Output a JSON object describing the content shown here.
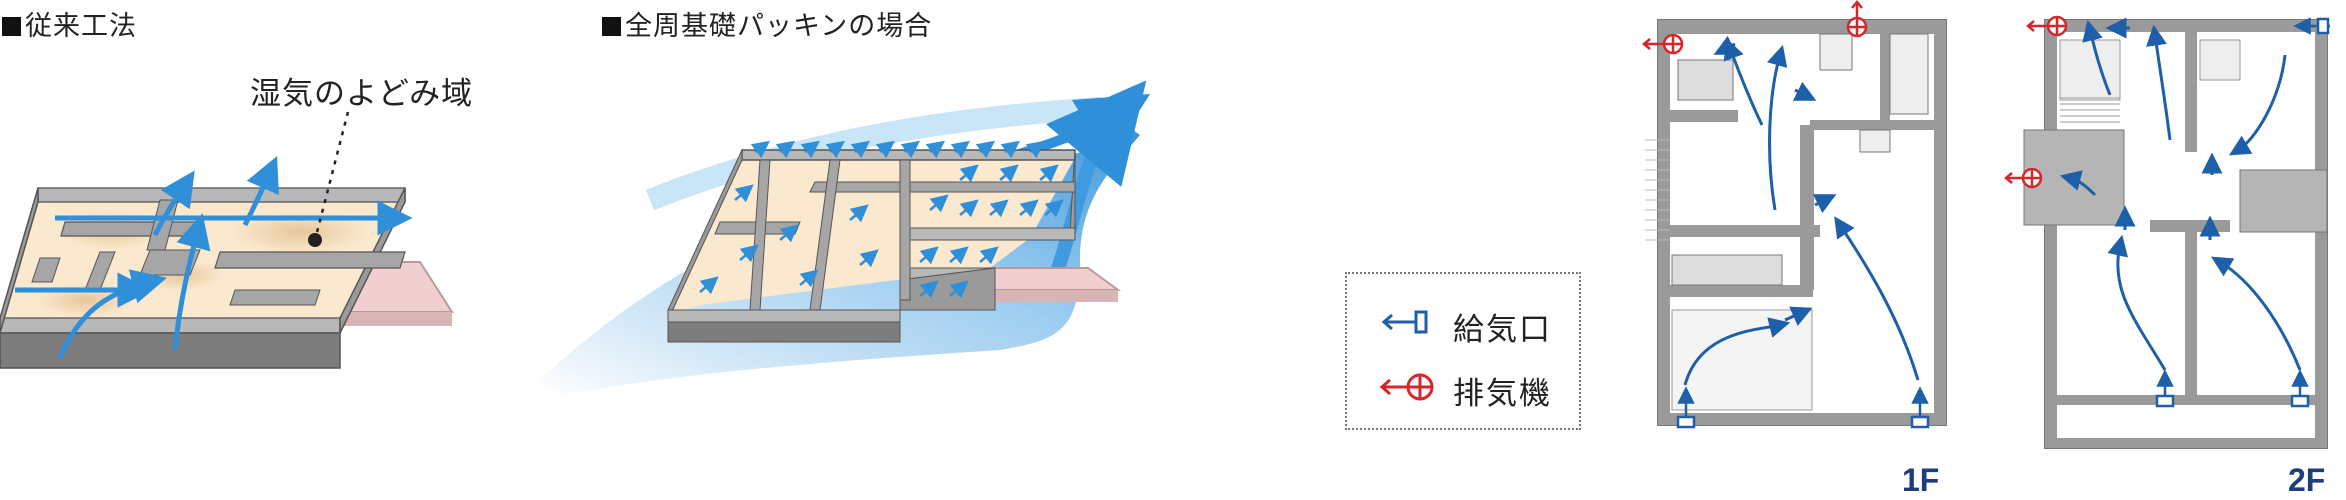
{
  "heading_conventional": "従来工法",
  "heading_packing": "全周基礎パッキンの場合",
  "annotation_stagnation": "湿気のよどみ域",
  "legend": {
    "supply_label": "給気口",
    "exhaust_label": "排気機"
  },
  "floor_labels": {
    "first": "1F",
    "second": "2F"
  },
  "colors": {
    "airflow_blue": "#2f8fd8",
    "plan_arrow_blue": "#1d5fa8",
    "exhaust_red": "#d6252b",
    "wall_gray": "#8a8a8a",
    "floor_cream": "#fbe9cf",
    "pink_base": "#f1cfd0"
  },
  "icons": [
    "supply-vent-icon",
    "exhaust-fan-icon",
    "arrow-icon"
  ]
}
